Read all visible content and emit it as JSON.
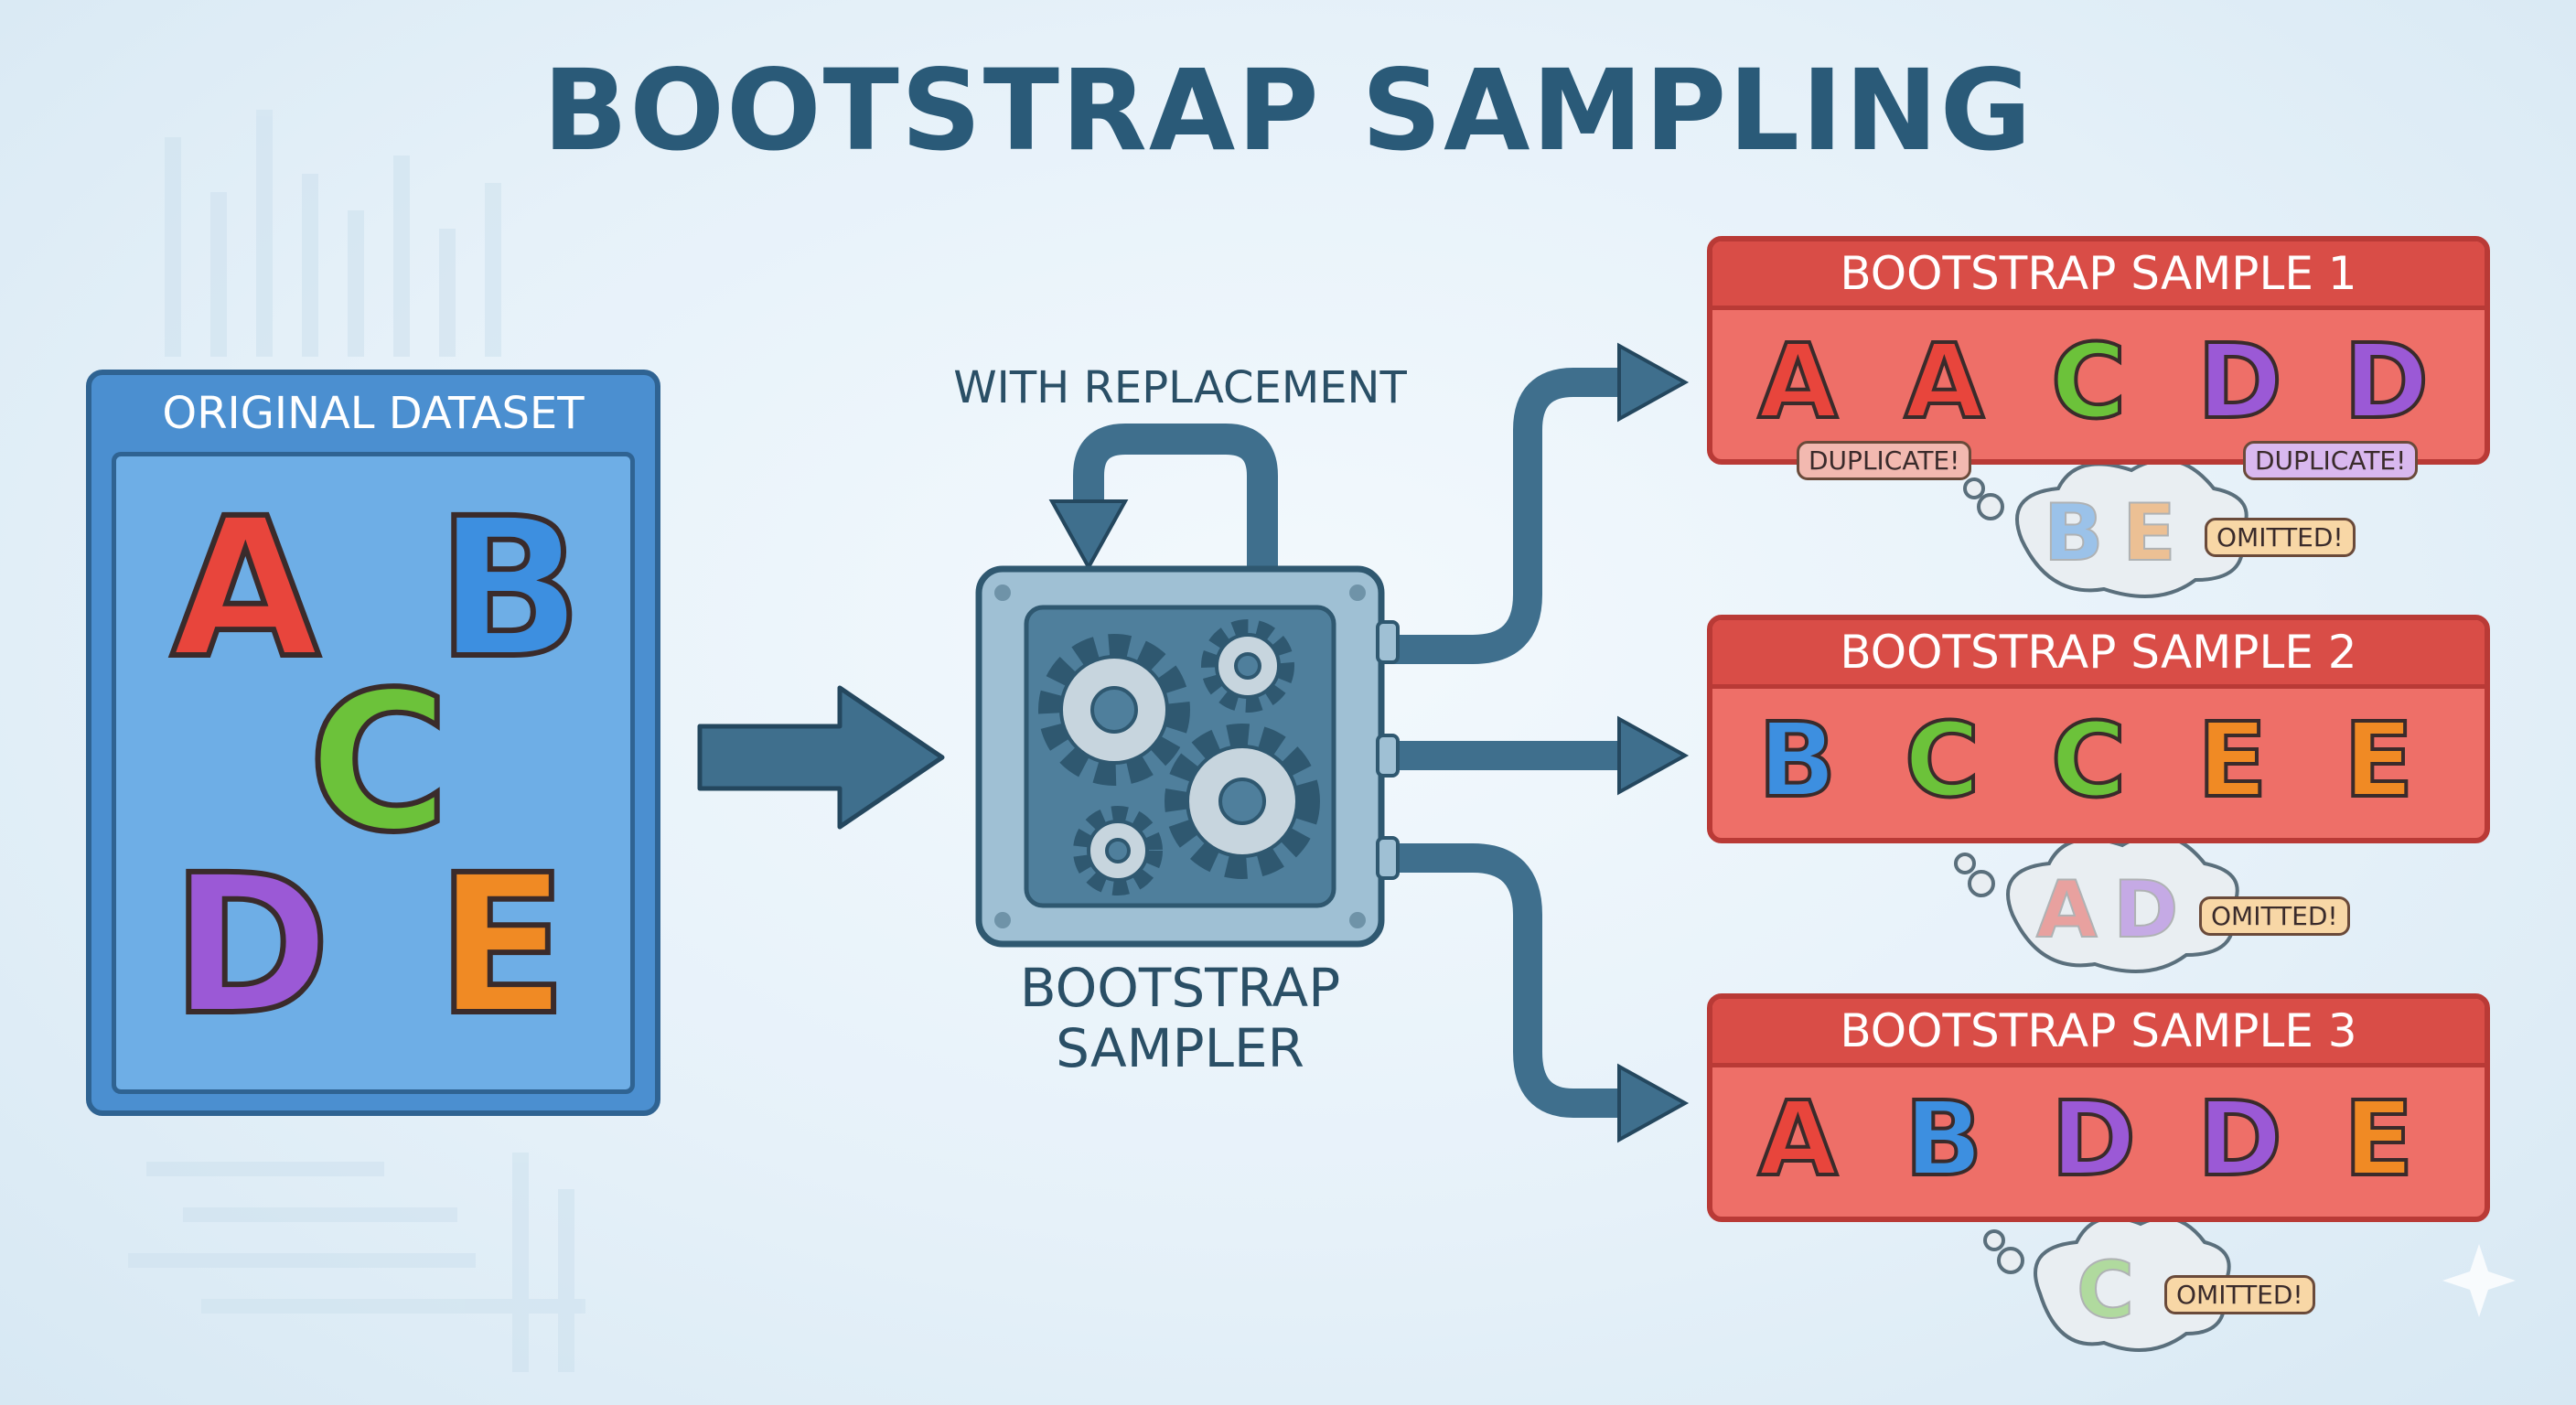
{
  "title": "BOOTSTRAP SAMPLING",
  "original": {
    "title": "ORIGINAL DATASET",
    "letters": [
      "A",
      "B",
      "C",
      "D",
      "E"
    ]
  },
  "sampler": {
    "loop_label": "WITH REPLACEMENT",
    "label_line1": "BOOTSTRAP",
    "label_line2": "SAMPLER"
  },
  "colors": {
    "A": "#e8453c",
    "B": "#3d8fe0",
    "C": "#6cc23a",
    "D": "#9b59d6",
    "E": "#f08a24",
    "duplicate_red": "#f2b9b0",
    "duplicate_purple": "#d9b8ef",
    "omitted_badge": "#f8d7a6",
    "arrow": "#3f6f8d"
  },
  "samples": [
    {
      "title": "BOOTSTRAP SAMPLE 1",
      "letters": [
        "A",
        "A",
        "C",
        "D",
        "D"
      ],
      "duplicate_label": "DUPLICATE!",
      "omitted_letters": [
        "B",
        "E"
      ],
      "omitted_label": "OMITTED!"
    },
    {
      "title": "BOOTSTRAP SAMPLE 2",
      "letters": [
        "B",
        "C",
        "C",
        "E",
        "E"
      ],
      "omitted_letters": [
        "A",
        "D"
      ],
      "omitted_label": "OMITTED!"
    },
    {
      "title": "BOOTSTRAP SAMPLE 3",
      "letters": [
        "A",
        "B",
        "D",
        "D",
        "E"
      ],
      "omitted_letters": [
        "C"
      ],
      "omitted_label": "OMITTED!"
    }
  ]
}
